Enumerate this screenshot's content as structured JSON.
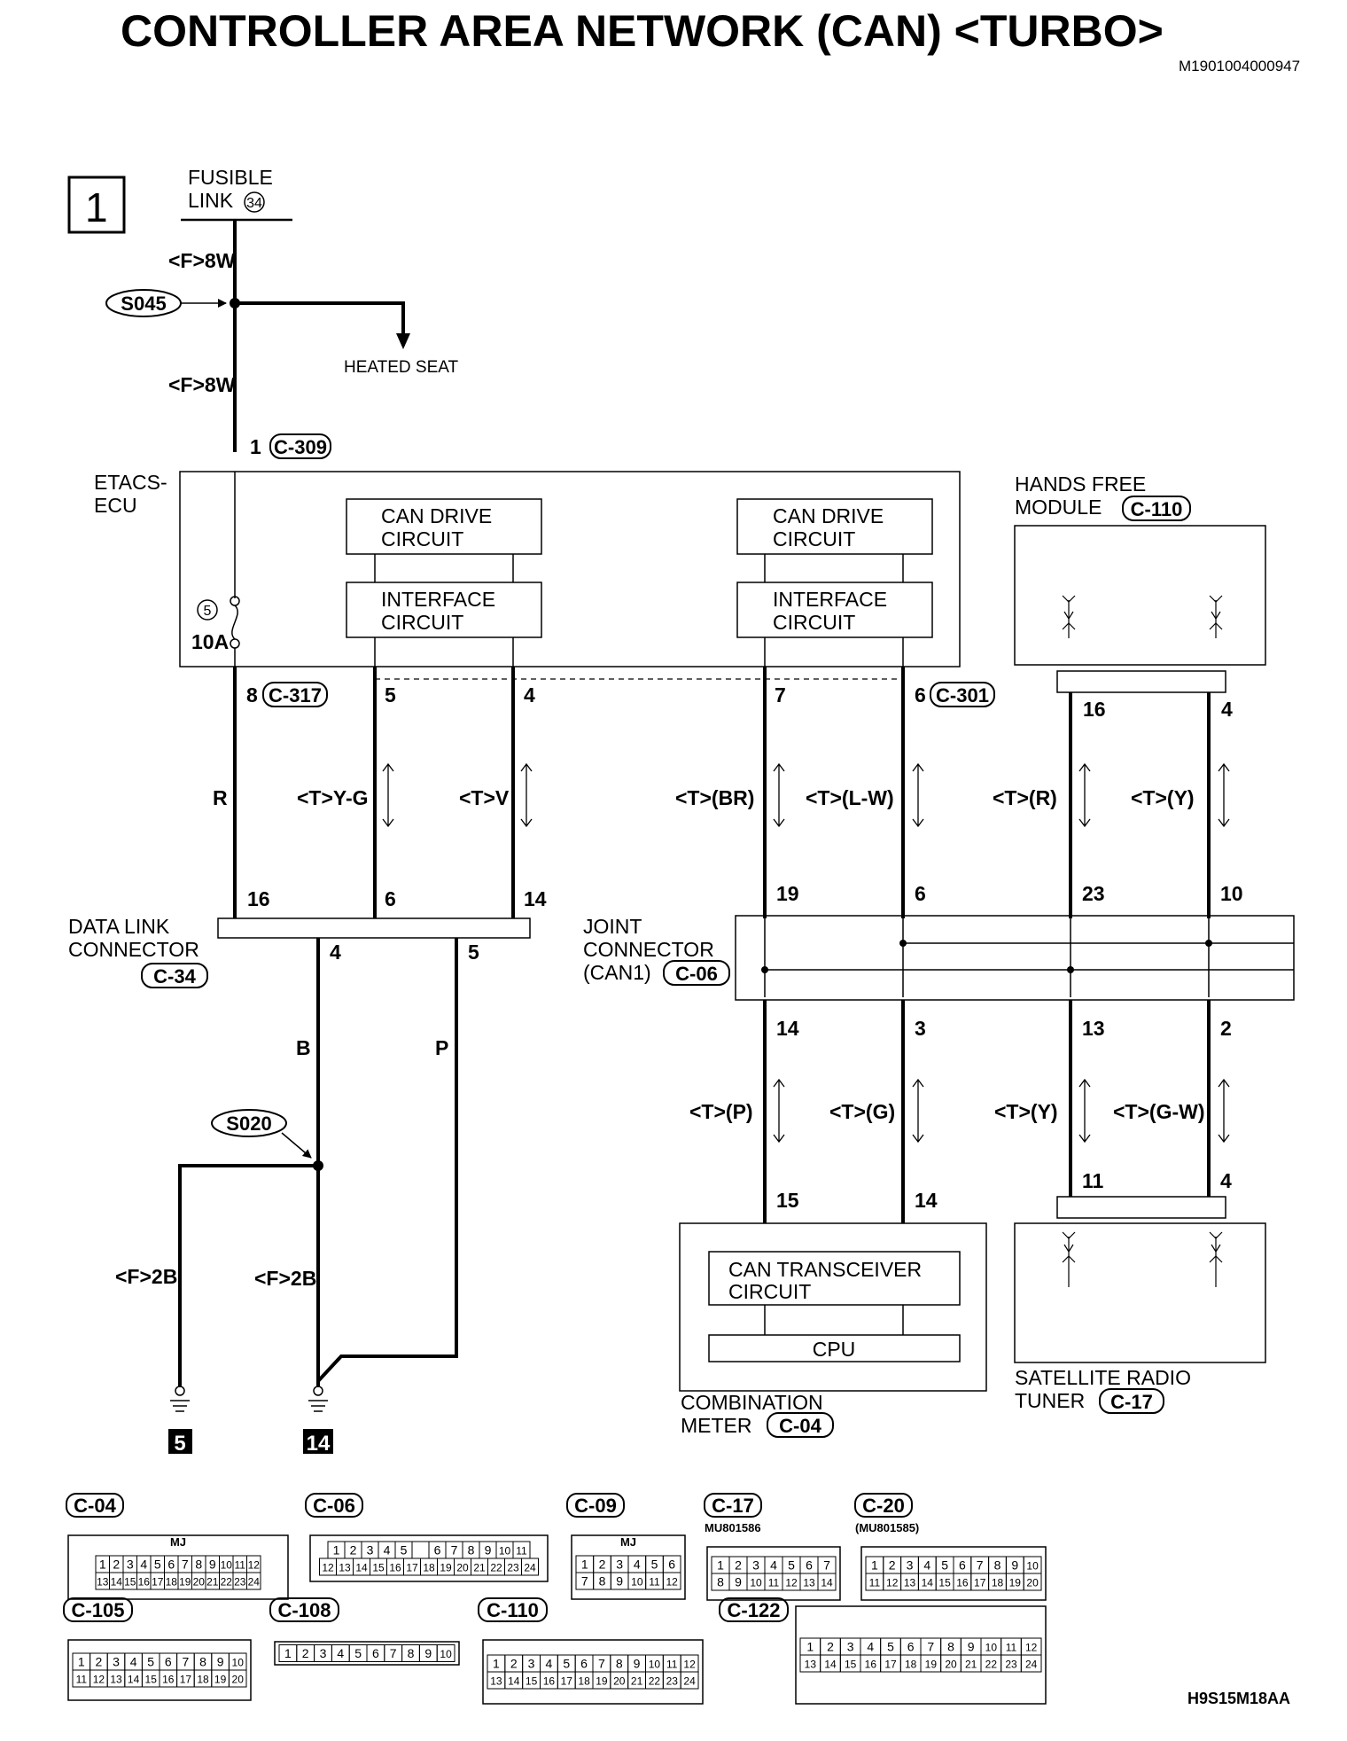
{
  "title": "CONTROLLER AREA NETWORK (CAN) <TURBO>",
  "doc_id": "M1901004000947",
  "page_number": "1",
  "fig_code": "H9S15M18AA",
  "fusible_link": {
    "line1": "FUSIBLE",
    "line2": "LINK",
    "num": "34"
  },
  "splices": {
    "s045": "S045",
    "s020": "S020"
  },
  "heated_seat": "HEATED SEAT",
  "wire_labels": {
    "f8w_a": "<F>8W",
    "f8w_b": "<F>8W",
    "r": "R",
    "tyg": "<T>Y-G",
    "tv": "<T>V",
    "tbr": "<T>(BR)",
    "tlw": "<T>(L-W)",
    "tr": "<T>(R)",
    "ty_top": "<T>(Y)",
    "b": "B",
    "p": "P",
    "tp": "<T>(P)",
    "tg": "<T>(G)",
    "ty_bot": "<T>(Y)",
    "tgw": "<T>(G-W)",
    "f2b_a": "<F>2B",
    "f2b_b": "<F>2B"
  },
  "etacs": {
    "line1": "ETACS-",
    "line2": "ECU",
    "fuse_num": "5",
    "fuse_amp": "10A",
    "can_drive_1": "CAN DRIVE",
    "can_drive_2": "CIRCUIT",
    "interface_1": "INTERFACE",
    "interface_2": "CIRCUIT",
    "conn_top": "C-309",
    "conn_left": "C-317",
    "conn_right": "C-301"
  },
  "hands_free": {
    "line1": "HANDS FREE",
    "line2": "MODULE",
    "conn": "C-110"
  },
  "data_link": {
    "line1": "DATA LINK",
    "line2": "CONNECTOR",
    "conn": "C-34"
  },
  "joint": {
    "line1": "JOINT",
    "line2": "CONNECTOR",
    "line3": "(CAN1)",
    "conn": "C-06"
  },
  "combination_meter": {
    "line1": "COMBINATION",
    "line2": "METER",
    "conn": "C-04",
    "transceiver_1": "CAN TRANSCEIVER",
    "transceiver_2": "CIRCUIT",
    "cpu": "CPU"
  },
  "satellite": {
    "line1": "SATELLITE RADIO",
    "line2": "TUNER",
    "conn": "C-17"
  },
  "pins": {
    "p1": "1",
    "p8": "8",
    "p5": "5",
    "p4": "4",
    "p7": "7",
    "p6": "6",
    "hf16": "16",
    "hf4": "4",
    "dl16": "16",
    "dl6": "6",
    "dl14": "14",
    "dl4": "4",
    "dl5": "5",
    "j19": "19",
    "j6": "6",
    "j23": "23",
    "j10": "10",
    "j14": "14",
    "j3": "3",
    "j13": "13",
    "j2": "2",
    "m15": "15",
    "m14": "14",
    "s11": "11",
    "s4": "4"
  },
  "grounds": {
    "g5": "5",
    "g14": "14"
  },
  "legend": {
    "c04": {
      "label": "C-04",
      "mj": "MJ",
      "row1": [
        "1",
        "2",
        "3",
        "4",
        "5",
        "6",
        "7",
        "8",
        "9",
        "10",
        "11",
        "12"
      ],
      "row2": [
        "13",
        "14",
        "15",
        "16",
        "17",
        "18",
        "19",
        "20",
        "21",
        "22",
        "23",
        "24"
      ]
    },
    "c06": {
      "label": "C-06",
      "row1": [
        "1",
        "2",
        "3",
        "4",
        "5",
        "",
        "6",
        "7",
        "8",
        "9",
        "10",
        "11"
      ],
      "row2": [
        "12",
        "13",
        "14",
        "15",
        "16",
        "17",
        "18",
        "19",
        "20",
        "21",
        "22",
        "23",
        "24"
      ]
    },
    "c09": {
      "label": "C-09",
      "mj": "MJ",
      "row1": [
        "1",
        "2",
        "3",
        "4",
        "5",
        "6"
      ],
      "row2": [
        "7",
        "8",
        "9",
        "10",
        "11",
        "12"
      ]
    },
    "c17": {
      "label": "C-17",
      "part": "MU801586",
      "row1": [
        "1",
        "2",
        "3",
        "4",
        "5",
        "6",
        "7"
      ],
      "row2": [
        "8",
        "9",
        "10",
        "11",
        "12",
        "13",
        "14"
      ]
    },
    "c20": {
      "label": "C-20",
      "part": "(MU801585)",
      "row1": [
        "1",
        "2",
        "3",
        "4",
        "5",
        "6",
        "7",
        "8",
        "9",
        "10"
      ],
      "row2": [
        "11",
        "12",
        "13",
        "14",
        "15",
        "16",
        "17",
        "18",
        "19",
        "20"
      ]
    },
    "c105": {
      "label": "C-105",
      "row1": [
        "1",
        "2",
        "3",
        "4",
        "5",
        "6",
        "7",
        "8",
        "9",
        "10"
      ],
      "row2": [
        "11",
        "12",
        "13",
        "14",
        "15",
        "16",
        "17",
        "18",
        "19",
        "20"
      ]
    },
    "c108": {
      "label": "C-108",
      "row1": [
        "1",
        "2",
        "3",
        "4",
        "5",
        "6",
        "7",
        "8",
        "9",
        "10"
      ]
    },
    "c110": {
      "label": "C-110",
      "row1": [
        "1",
        "2",
        "3",
        "4",
        "5",
        "6",
        "7",
        "8",
        "9",
        "10",
        "11",
        "12"
      ],
      "row2": [
        "13",
        "14",
        "15",
        "16",
        "17",
        "18",
        "19",
        "20",
        "21",
        "22",
        "23",
        "24"
      ]
    },
    "c122": {
      "label": "C-122",
      "row1": [
        "1",
        "2",
        "3",
        "4",
        "5",
        "6",
        "7",
        "8",
        "9",
        "10",
        "11",
        "12"
      ],
      "row2": [
        "13",
        "14",
        "15",
        "16",
        "17",
        "18",
        "19",
        "20",
        "21",
        "22",
        "23",
        "24"
      ]
    }
  }
}
